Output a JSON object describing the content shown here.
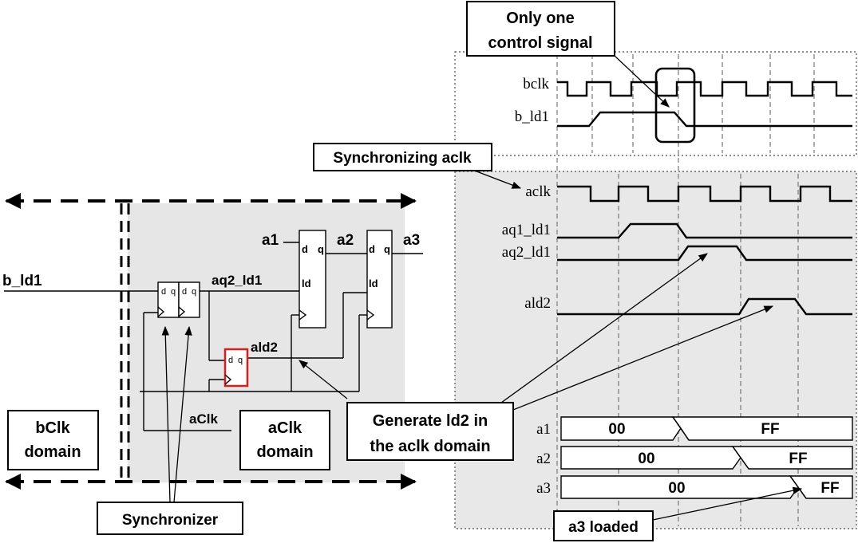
{
  "callouts": {
    "only_one": [
      "Only one",
      "control signal"
    ],
    "sync_aclk": "Synchronizing aclk",
    "generate": [
      "Generate ld2 in",
      "the aclk domain"
    ],
    "synchronizer": "Synchronizer",
    "a3_loaded": "a3 loaded"
  },
  "domains": {
    "bclk": [
      "bClk",
      "domain"
    ],
    "aclk": [
      "aClk",
      "domain"
    ]
  },
  "schematic": {
    "b_ld1": "b_ld1",
    "aq2_ld1": "aq2_ld1",
    "ald2": "ald2",
    "aclk": "aClk",
    "a1": "a1",
    "a2": "a2",
    "a3": "a3",
    "pin_d": "d",
    "pin_q": "q",
    "pin_ld": "ld"
  },
  "timing": {
    "bclk": "bclk",
    "b_ld1": "b_ld1",
    "aclk": "aclk",
    "aq1_ld1": "aq1_ld1",
    "aq2_ld1": "aq2_ld1",
    "ald2": "ald2",
    "a1": "a1",
    "a2": "a2",
    "a3": "a3",
    "a1_old": "00",
    "a1_new": "FF",
    "a2_old": "00",
    "a2_new": "FF",
    "a3_old": "00",
    "a3_new": "FF"
  }
}
